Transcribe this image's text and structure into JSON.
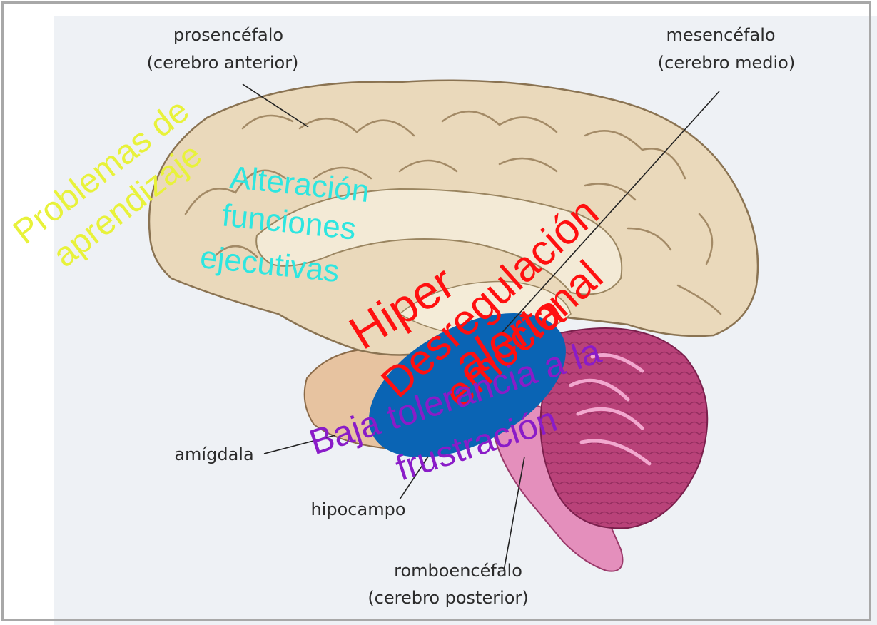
{
  "labels": {
    "prosencefalo": "prosencéfalo",
    "prosencefalo_sub": "(cerebro anterior)",
    "mesencefalo": "mesencéfalo",
    "mesencefalo_sub": "(cerebro medio)",
    "amigdala": "amígdala",
    "hipocampo": "hipocampo",
    "romboencefalo": "romboencéfalo",
    "romboencefalo_sub": "(cerebro posterior)"
  },
  "overlays": {
    "problemas_1": "Problemas de",
    "problemas_2": "aprendizaje",
    "alteracion_1": "Alteración",
    "alteracion_2": "funciones",
    "alteracion_3": "ejecutivas",
    "hiper_1": "Hiper",
    "hiper_2": "alerta",
    "desreg_1": "Desregulación",
    "desreg_2": "emocional",
    "baja_1": "Baja tolerancia a la",
    "baja_2": "frustración"
  },
  "colors": {
    "problemas": "#e8f23a",
    "alteracion": "#2ee6e0",
    "red": "#ff1010",
    "purple": "#8a1cc8",
    "blue_oval": "#0a64b4",
    "cortex": "#e8d8b8",
    "cerebellum": "#b8407a",
    "brainstem": "#e080b0"
  }
}
